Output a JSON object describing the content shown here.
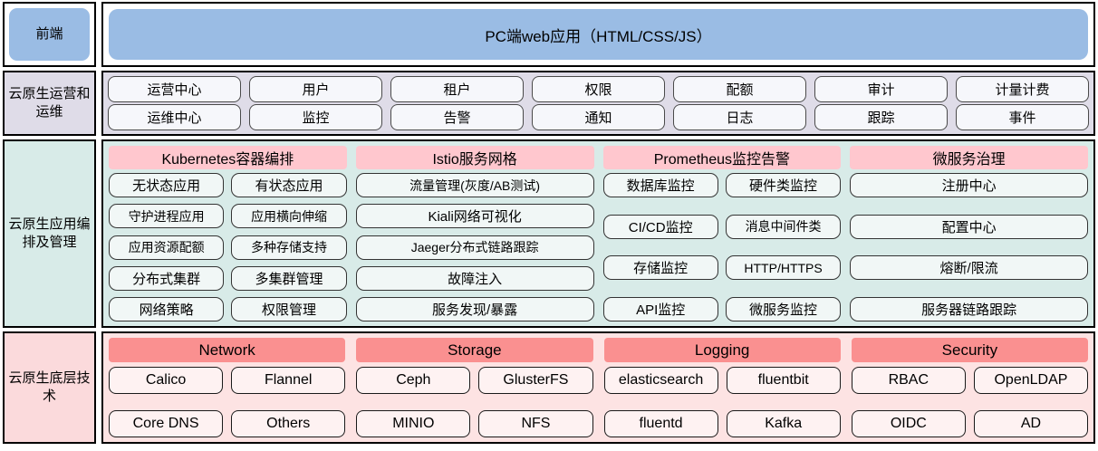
{
  "colors": {
    "frontend_blue": "#9ABCE4",
    "ops_lavender": "#DFDCE8",
    "orch_teal": "#D8EBE8",
    "infra_pink": "#FDE3E3",
    "header_pink": "#FFC7CE",
    "header_salmon": "#FA9090",
    "item_fill": "#F1F7F6",
    "border": "#333333"
  },
  "layers": {
    "frontend": {
      "label": "前端",
      "banner": "PC端web应用（HTML/CSS/JS）"
    },
    "ops": {
      "label": "云原生运营和运维",
      "row1": [
        "运营中心",
        "用户",
        "租户",
        "权限",
        "配额",
        "审计",
        "计量计费"
      ],
      "row2": [
        "运维中心",
        "监控",
        "告警",
        "通知",
        "日志",
        "跟踪",
        "事件"
      ]
    },
    "orchestration": {
      "label": "云原生应用编排及管理",
      "columns": [
        {
          "title": "Kubernetes容器编排",
          "rows": [
            [
              "无状态应用",
              "有状态应用"
            ],
            [
              "守护进程应用",
              "应用横向伸缩"
            ],
            [
              "应用资源配额",
              "多种存储支持"
            ],
            [
              "分布式集群",
              "多集群管理"
            ],
            [
              "网络策略",
              "权限管理"
            ]
          ]
        },
        {
          "title": "Istio服务网格",
          "rows": [
            [
              "流量管理(灰度/AB测试)"
            ],
            [
              "Kiali网络可视化"
            ],
            [
              "Jaeger分布式链路跟踪"
            ],
            [
              "故障注入"
            ],
            [
              "服务发现/暴露"
            ]
          ]
        },
        {
          "title": "Prometheus监控告警",
          "rows": [
            [
              "数据库监控",
              "硬件类监控"
            ],
            [
              "CI/CD监控",
              "消息中间件类"
            ],
            [
              "存储监控",
              "HTTP/HTTPS"
            ],
            [
              "API监控",
              "微服务监控"
            ]
          ]
        },
        {
          "title": "微服务治理",
          "rows": [
            [
              "注册中心"
            ],
            [
              "配置中心"
            ],
            [
              "熔断/限流"
            ],
            [
              "服务器链路跟踪"
            ]
          ]
        }
      ]
    },
    "infrastructure": {
      "label": "云原生底层技术",
      "columns": [
        {
          "title": "Network",
          "rows": [
            [
              "Calico",
              "Flannel"
            ],
            [
              "Core DNS",
              "Others"
            ]
          ]
        },
        {
          "title": "Storage",
          "rows": [
            [
              "Ceph",
              "GlusterFS"
            ],
            [
              "MINIO",
              "NFS"
            ]
          ]
        },
        {
          "title": "Logging",
          "rows": [
            [
              "elasticsearch",
              "fluentbit"
            ],
            [
              "fluentd",
              "Kafka"
            ]
          ]
        },
        {
          "title": "Security",
          "rows": [
            [
              "RBAC",
              "OpenLDAP"
            ],
            [
              "OIDC",
              "AD"
            ]
          ]
        }
      ]
    }
  }
}
